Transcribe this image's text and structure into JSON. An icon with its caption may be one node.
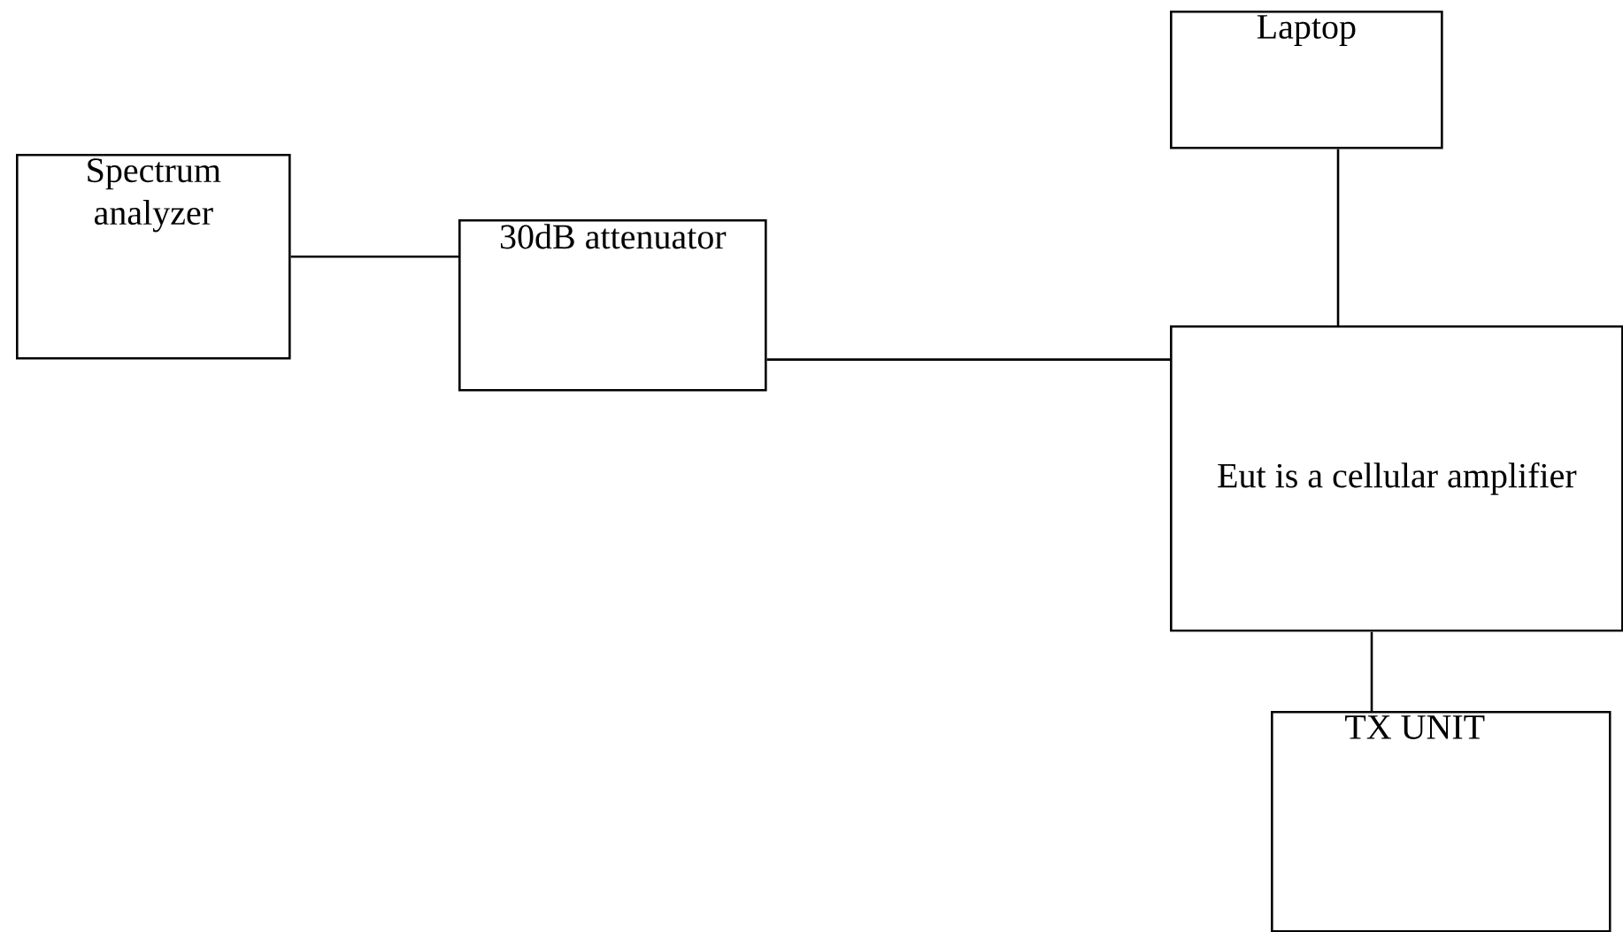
{
  "diagram": {
    "nodes": [
      {
        "text": [
          "Spectrum analyzer"
        ]
      },
      {
        "text": [
          "30dB attenuator"
        ]
      },
      {
        "text": [
          "Laptop"
        ]
      },
      {
        "text": [
          "Eut is a cellular amplifier"
        ]
      },
      {
        "text": [
          "TX UNIT"
        ]
      }
    ],
    "edges": [
      {
        "from": 0,
        "to": 1,
        "arrow": "none"
      },
      {
        "from": 1,
        "to": 3,
        "arrow": "none"
      },
      {
        "from": 2,
        "to": 3,
        "arrow": "none"
      },
      {
        "from": 3,
        "to": 4,
        "arrow": "none"
      }
    ]
  }
}
